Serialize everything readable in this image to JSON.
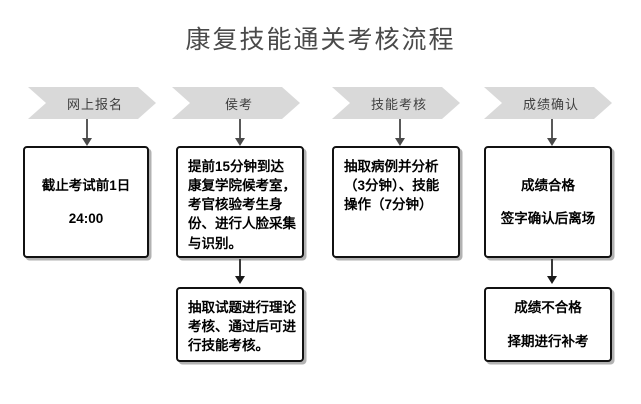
{
  "title": "康复技能通关考核流程",
  "colors": {
    "banner_fill": "#d9d9d9",
    "banner_text": "#3f3f3f",
    "title_text": "#4a4a4a",
    "box_border": "#111111",
    "box_fill": "#ffffff",
    "connector": "#595959",
    "page_background": "#ffffff"
  },
  "banners": [
    {
      "label": "网上报名"
    },
    {
      "label": "侯考"
    },
    {
      "label": "技能考核"
    },
    {
      "label": "成绩确认"
    }
  ],
  "stages": [
    {
      "banner": "网上报名",
      "primary_box": {
        "lines": [
          "截止考试前1日",
          "",
          "24:00"
        ],
        "align": "center"
      },
      "secondary_box": null
    },
    {
      "banner": "侯考",
      "primary_box": {
        "lines": [
          "提前15分钟到达",
          "康复学院候考室，",
          "考官核验考生身",
          "份、进行人脸采集",
          "与识别。"
        ],
        "align": "left"
      },
      "secondary_box": {
        "lines": [
          "抽取试题进行理论",
          "考核、通过后可进",
          "行技能考核。"
        ],
        "align": "left"
      }
    },
    {
      "banner": "技能考核",
      "primary_box": {
        "lines": [
          "抽取病例并分析",
          "（3分钟）、技能",
          "操作（7分钟）"
        ],
        "align": "left"
      },
      "secondary_box": null
    },
    {
      "banner": "成绩确认",
      "primary_box": {
        "lines": [
          "成绩合格",
          "",
          "签字确认后离场"
        ],
        "align": "center"
      },
      "secondary_box": {
        "lines": [
          "成绩不合格",
          "",
          "择期进行补考"
        ],
        "align": "center"
      }
    }
  ]
}
